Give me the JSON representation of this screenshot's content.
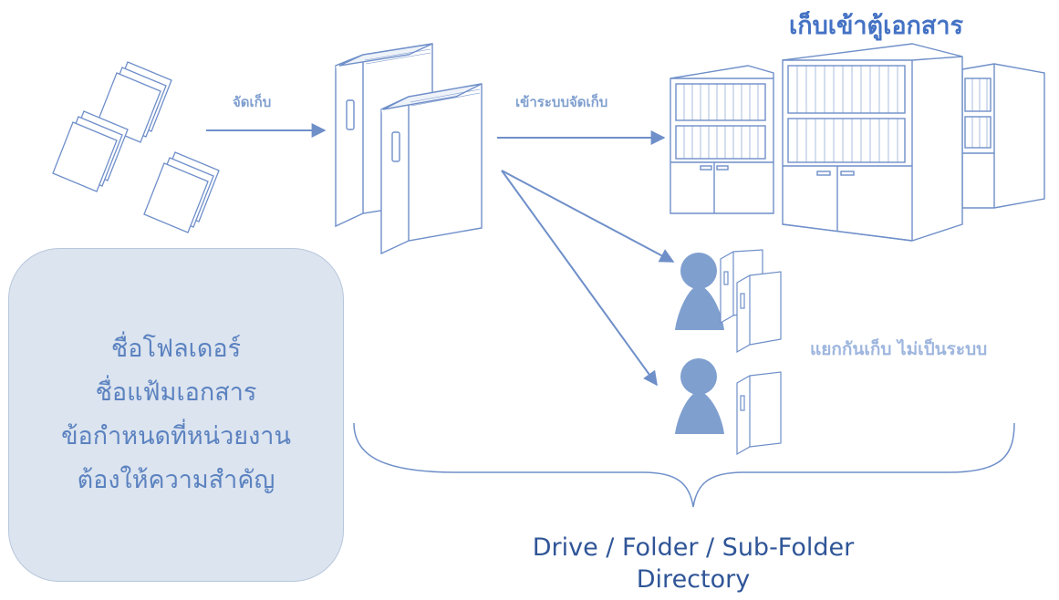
{
  "colors": {
    "line": "#6f8fc9",
    "person": "#7f9fcf",
    "title": "#4472c4",
    "note_bg": "#dce4ef",
    "note_text": "#5b82c0",
    "brace_text": "#2f5597"
  },
  "labels": {
    "cabinet_title": "เก็บเข้าตู้เอกสาร",
    "store": "จัดเก็บ",
    "into_system": "เข้าระบบจัดเก็บ",
    "separate": "แยกกันเก็บ ไม่เป็นระบบ"
  },
  "note": {
    "lines": [
      "ชื่อโฟลเดอร์",
      "ชื่อแฟ้มเอกสาร",
      "ข้อกำหนดที่หน่วยงาน",
      "ต้องให้ความสำคัญ"
    ]
  },
  "brace": {
    "line1": "Drive / Folder / Sub-Folder",
    "line2": "Directory"
  },
  "icons": {
    "papers": "paper-stack-icon",
    "binders": "binder-icon",
    "cabinet": "filing-cabinet-icon",
    "person": "person-icon"
  }
}
